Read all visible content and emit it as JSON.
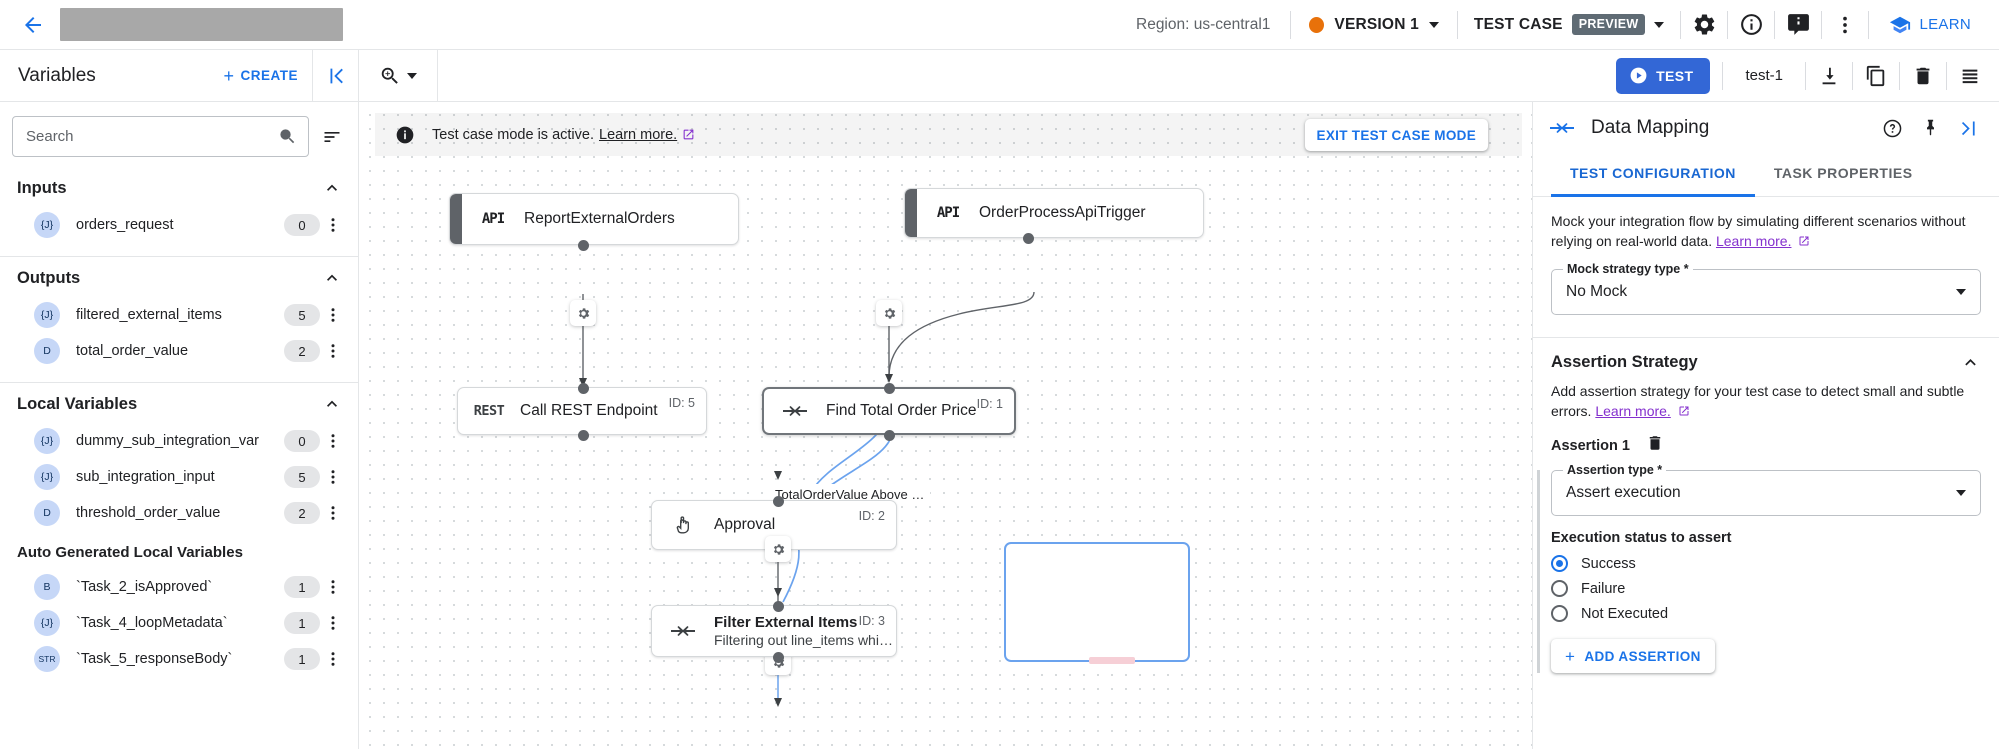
{
  "topbar": {
    "back_icon": "back-arrow-icon",
    "region": "Region: us-central1",
    "version_label": "VERSION 1",
    "test_case_label": "TEST CASE",
    "preview_chip": "PREVIEW",
    "settings_icon": "gear-icon",
    "info_icon": "info-icon",
    "feedback_icon": "feedback-icon",
    "more_icon": "more-vert-icon",
    "learn_label": "LEARN",
    "version_dot_color": "#e8710a"
  },
  "subbar": {
    "variables_title": "Variables",
    "create_label": "CREATE",
    "collapse_icon": "collapse-left-icon",
    "zoom_icon": "zoom-in-icon",
    "test_label": "TEST",
    "test_name": "test-1",
    "download_icon": "download-icon",
    "copy_icon": "copy-icon",
    "delete_icon": "trash-icon",
    "list_icon": "list-icon",
    "accent": "#3367d6"
  },
  "sidebar": {
    "search": {
      "placeholder": "Search",
      "value": ""
    },
    "sort_icon": "sort-icon",
    "sections": [
      {
        "title": "Inputs",
        "items": [
          {
            "type": "{J}",
            "name": "orders_request",
            "count": "0"
          }
        ]
      },
      {
        "title": "Outputs",
        "items": [
          {
            "type": "{J}",
            "name": "filtered_external_items",
            "count": "5"
          },
          {
            "type": "D",
            "name": "total_order_value",
            "count": "2"
          }
        ]
      },
      {
        "title": "Local Variables",
        "items": [
          {
            "type": "{J}",
            "name": "dummy_sub_integration_var",
            "count": "0"
          },
          {
            "type": "{J}",
            "name": "sub_integration_input",
            "count": "5"
          },
          {
            "type": "D",
            "name": "threshold_order_value",
            "count": "2"
          }
        ]
      }
    ],
    "auto_section_title": "Auto Generated Local Variables",
    "auto_items": [
      {
        "type": "B",
        "name": "`Task_2_isApproved`",
        "count": "1"
      },
      {
        "type": "{J}",
        "name": "`Task_4_loopMetadata`",
        "count": "1"
      },
      {
        "type": "STR",
        "name": "`Task_5_responseBody`",
        "count": "1"
      }
    ]
  },
  "canvas": {
    "banner": {
      "info_icon": "info-filled-icon",
      "text": "Test case mode is active.",
      "link": "Learn more.",
      "external_icon": "external-link-icon"
    },
    "exit_button": "EXIT TEST CASE MODE",
    "nodes": [
      {
        "badge": "API",
        "name": "ReportExternalOrders",
        "sub": "",
        "id": "",
        "icon": "api-icon",
        "selected": false
      },
      {
        "badge": "API",
        "name": "OrderProcessApiTrigger",
        "sub": "",
        "id": "",
        "icon": "api-icon",
        "selected": false
      },
      {
        "badge": "REST",
        "name": "Call REST Endpoint",
        "sub": "",
        "id": "ID: 5",
        "icon": "rest-icon",
        "selected": false
      },
      {
        "badge": "",
        "name": "Find Total Order Price",
        "sub": "",
        "id": "ID: 1",
        "icon": "mapping-icon",
        "selected": true
      },
      {
        "badge": "",
        "name": "Approval",
        "sub": "",
        "id": "ID: 2",
        "icon": "hand-icon",
        "selected": false
      },
      {
        "badge": "",
        "name": "Filter External Items",
        "sub": "Filtering out line_items whi…",
        "id": "ID: 3",
        "icon": "mapping-icon",
        "selected": false
      }
    ],
    "edge_label": "TotalOrderValue Above …",
    "gear_icon": "gear-small-icon"
  },
  "right_panel": {
    "header_icon": "mapping-icon",
    "title": "Data Mapping",
    "help_icon": "help-circle-icon",
    "pin_icon": "pin-icon",
    "expand_icon": "expand-right-icon",
    "tabs": [
      {
        "label": "TEST CONFIGURATION",
        "active": true
      },
      {
        "label": "TASK PROPERTIES",
        "active": false
      }
    ],
    "mock_desc": "Mock your integration flow by simulating different scenarios without relying on real-world data.",
    "mock_link": "Learn more.",
    "mock_field_label": "Mock strategy type *",
    "mock_field_value": "No Mock",
    "assertion_section_title": "Assertion Strategy",
    "assertion_desc": "Add assertion strategy for your test case to detect small and subtle errors.",
    "assertion_link": "Learn more.",
    "assertion_1_label": "Assertion 1",
    "assertion_delete_icon": "trash-icon",
    "assertion_type_label": "Assertion type *",
    "assertion_type_value": "Assert execution",
    "exec_status_label": "Execution status to assert",
    "radios": [
      {
        "label": "Success",
        "selected": true
      },
      {
        "label": "Failure",
        "selected": false
      },
      {
        "label": "Not Executed",
        "selected": false
      }
    ],
    "add_assertion_label": "ADD ASSERTION",
    "accent": "#1a73e8",
    "link_color": "#8430ce"
  }
}
